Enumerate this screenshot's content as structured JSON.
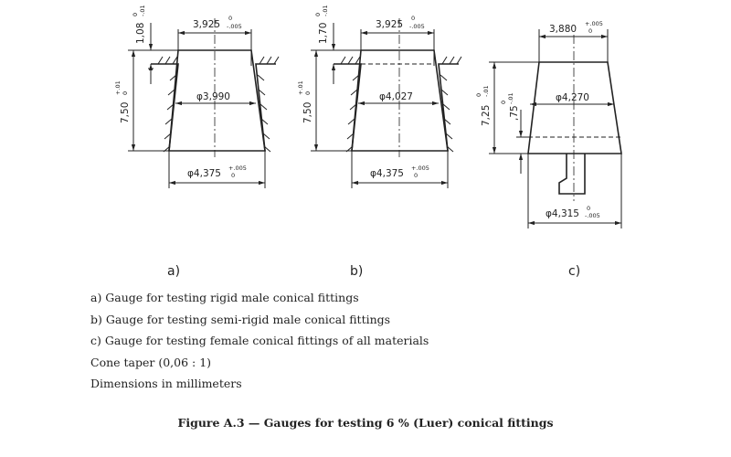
{
  "diagram": {
    "gauge_a": {
      "label": "a)",
      "top_dia": "3,925",
      "top_dia_tol_up": "0",
      "top_dia_tol_lo": "-.005",
      "step": "1,08",
      "step_tol_up": "0",
      "step_tol_lo": "-.01",
      "height": "7,50",
      "height_tol_up": "+.01",
      "height_tol_lo": "0",
      "mid_dia": "φ3,990",
      "base_dia": "φ4,375",
      "base_dia_tol_up": "+.005",
      "base_dia_tol_lo": "0"
    },
    "gauge_b": {
      "label": "b)",
      "top_dia": "3,925",
      "top_dia_tol_up": "0",
      "top_dia_tol_lo": "-.005",
      "step": "1,70",
      "step_tol_up": "0",
      "step_tol_lo": "-.01",
      "height": "7,50",
      "height_tol_up": "+.01",
      "height_tol_lo": "0",
      "mid_dia": "φ4,027",
      "base_dia": "φ4,375",
      "base_dia_tol_up": "+.005",
      "base_dia_tol_lo": "0"
    },
    "gauge_c": {
      "label": "c)",
      "top_dia": "3,880",
      "top_dia_tol_up": "+.005",
      "top_dia_tol_lo": "0",
      "height": "7,25",
      "height_tol_up": "0",
      "height_tol_lo": "-.01",
      "step": ",75",
      "step_tol_up": "0",
      "step_tol_lo": "-.01",
      "mid_dia": "φ4,270",
      "base_dia": "φ4,315",
      "base_dia_tol_up": "0",
      "base_dia_tol_lo": "-.005"
    }
  },
  "captions": {
    "a": "a) Gauge for testing rigid male conical fittings",
    "b": "b) Gauge for testing semi-rigid male conical fittings",
    "c": "c) Gauge for testing female conical fittings of all materials",
    "taper": "Cone taper (0,06 : 1)",
    "units": "Dimensions in millimeters"
  },
  "figure_title": "Figure A.3 — Gauges for testing 6 % (Luer) conical fittings"
}
